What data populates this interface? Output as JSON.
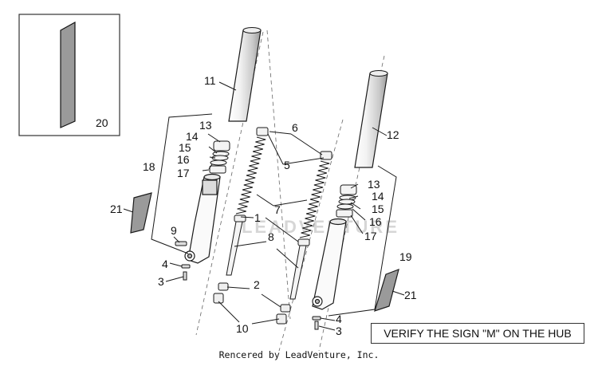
{
  "diagram": {
    "callouts": {
      "c1": "1",
      "c2": "2",
      "c3a": "3",
      "c3b": "3",
      "c4a": "4",
      "c4b": "4",
      "c5": "5",
      "c6": "6",
      "c7": "7",
      "c8": "8",
      "c9": "9",
      "c10": "10",
      "c11": "11",
      "c12": "12",
      "c13a": "13",
      "c13b": "13",
      "c14a": "14",
      "c14b": "14",
      "c15a": "15",
      "c15b": "15",
      "c16a": "16",
      "c16b": "16",
      "c17a": "17",
      "c17b": "17",
      "c18": "18",
      "c19": "19",
      "c20": "20",
      "c21a": "21",
      "c21b": "21"
    },
    "note": "VERIFY THE SIGN \"M\" ON THE HUB",
    "footer": "Rencered by LeadVenture, Inc.",
    "watermark": "LEADVENTURE"
  },
  "colors": {
    "line": "#1a1a1a",
    "tube_shade": "#cfcfcf",
    "panel_fill": "#9a9a9a",
    "watermark": "#d6d6d6"
  }
}
